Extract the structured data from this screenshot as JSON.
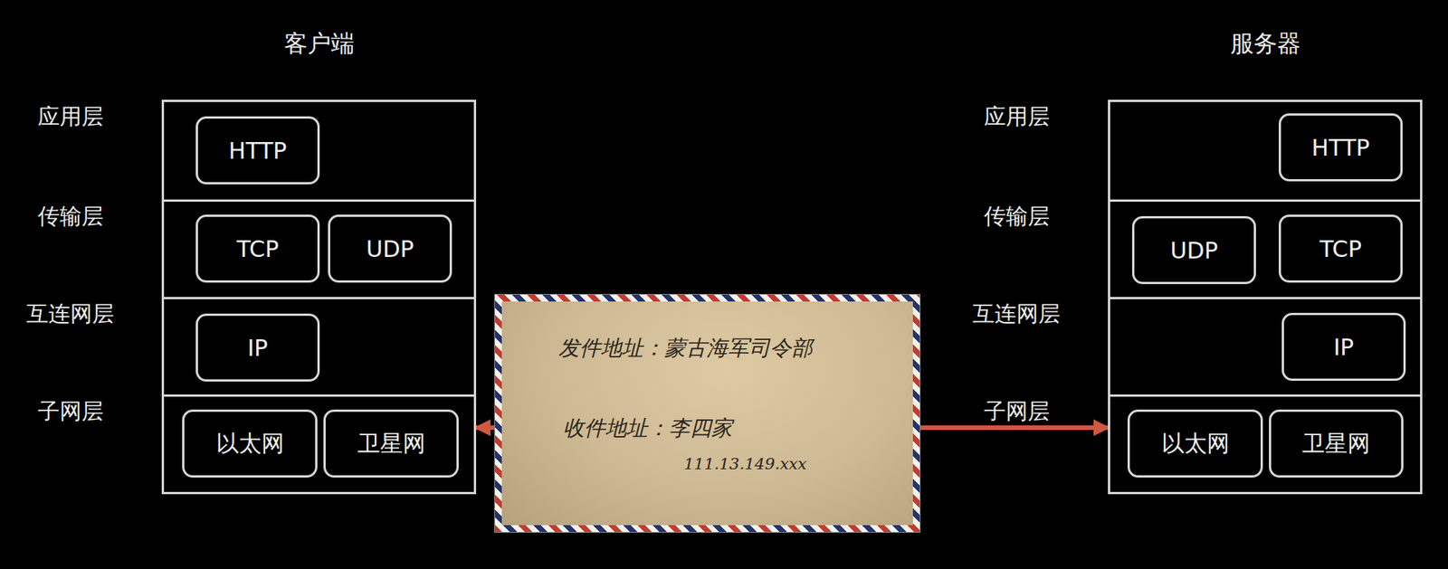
{
  "diagram": {
    "nodes": [
      {
        "text": [
          "客户端"
        ]
      },
      {
        "text": [
          "应用层"
        ],
        "in": 0
      },
      {
        "text": [
          "HTTP"
        ],
        "in": 1
      },
      {
        "text": [
          "传输层"
        ],
        "in": 0
      },
      {
        "text": [
          "TCP"
        ],
        "in": 3
      },
      {
        "text": [
          "UDP"
        ],
        "in": 3
      },
      {
        "text": [
          "互连网层"
        ],
        "in": 0
      },
      {
        "text": [
          "IP"
        ],
        "in": 6
      },
      {
        "text": [
          "子网层"
        ],
        "in": 0
      },
      {
        "text": [
          "以太网"
        ],
        "in": 8
      },
      {
        "text": [
          "卫星网"
        ],
        "in": 8
      },
      {
        "text": [
          "服务器"
        ]
      },
      {
        "text": [
          "应用层"
        ],
        "in": 11
      },
      {
        "text": [
          "HTTP"
        ],
        "in": 12
      },
      {
        "text": [
          "传输层"
        ],
        "in": 11
      },
      {
        "text": [
          "UDP"
        ],
        "in": 14
      },
      {
        "text": [
          "TCP"
        ],
        "in": 14
      },
      {
        "text": [
          "互连网层"
        ],
        "in": 11
      },
      {
        "text": [
          "IP"
        ],
        "in": 17
      },
      {
        "text": [
          "子网层"
        ],
        "in": 11
      },
      {
        "text": [
          "以太网"
        ],
        "in": 19
      },
      {
        "text": [
          "卫星网"
        ],
        "in": 19
      },
      {
        "text": [
          "发件地址：蒙古海军司令部",
          "收件地址：李四家",
          "111.13.149.xxx"
        ]
      }
    ],
    "edges": [
      {
        "from": 22,
        "to": 8,
        "arrow": "to"
      },
      {
        "from": 22,
        "to": 19,
        "arrow": "to"
      }
    ]
  }
}
